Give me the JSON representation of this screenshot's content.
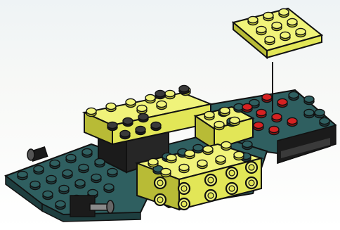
{
  "figure": {
    "kind": "lego-build-instruction-step",
    "colors": {
      "teal": "#2f5f60",
      "teal_dark": "#1e3e3f",
      "teal_light": "#3f7374",
      "yellow": "#e2e657",
      "yellow_dark": "#b8bb36",
      "yellow_light": "#f0f37a",
      "black": "#1b1b1b",
      "black_light": "#3a3a3a",
      "red": "#d62222",
      "grey": "#8a8a8a",
      "outline": "#111111"
    },
    "parts": [
      {
        "name": "new-yellow-plate-2x4",
        "color": "yellow"
      },
      {
        "name": "chassis-teal-base",
        "color": "teal"
      },
      {
        "name": "yellow-side-bricks",
        "color": "yellow"
      },
      {
        "name": "black-center-brick",
        "color": "black"
      },
      {
        "name": "red-target-studs",
        "color": "red"
      },
      {
        "name": "rear-black-bumper",
        "color": "black"
      },
      {
        "name": "front-axle-pin",
        "color": "grey"
      }
    ],
    "placement_line": "vertical-guide"
  }
}
